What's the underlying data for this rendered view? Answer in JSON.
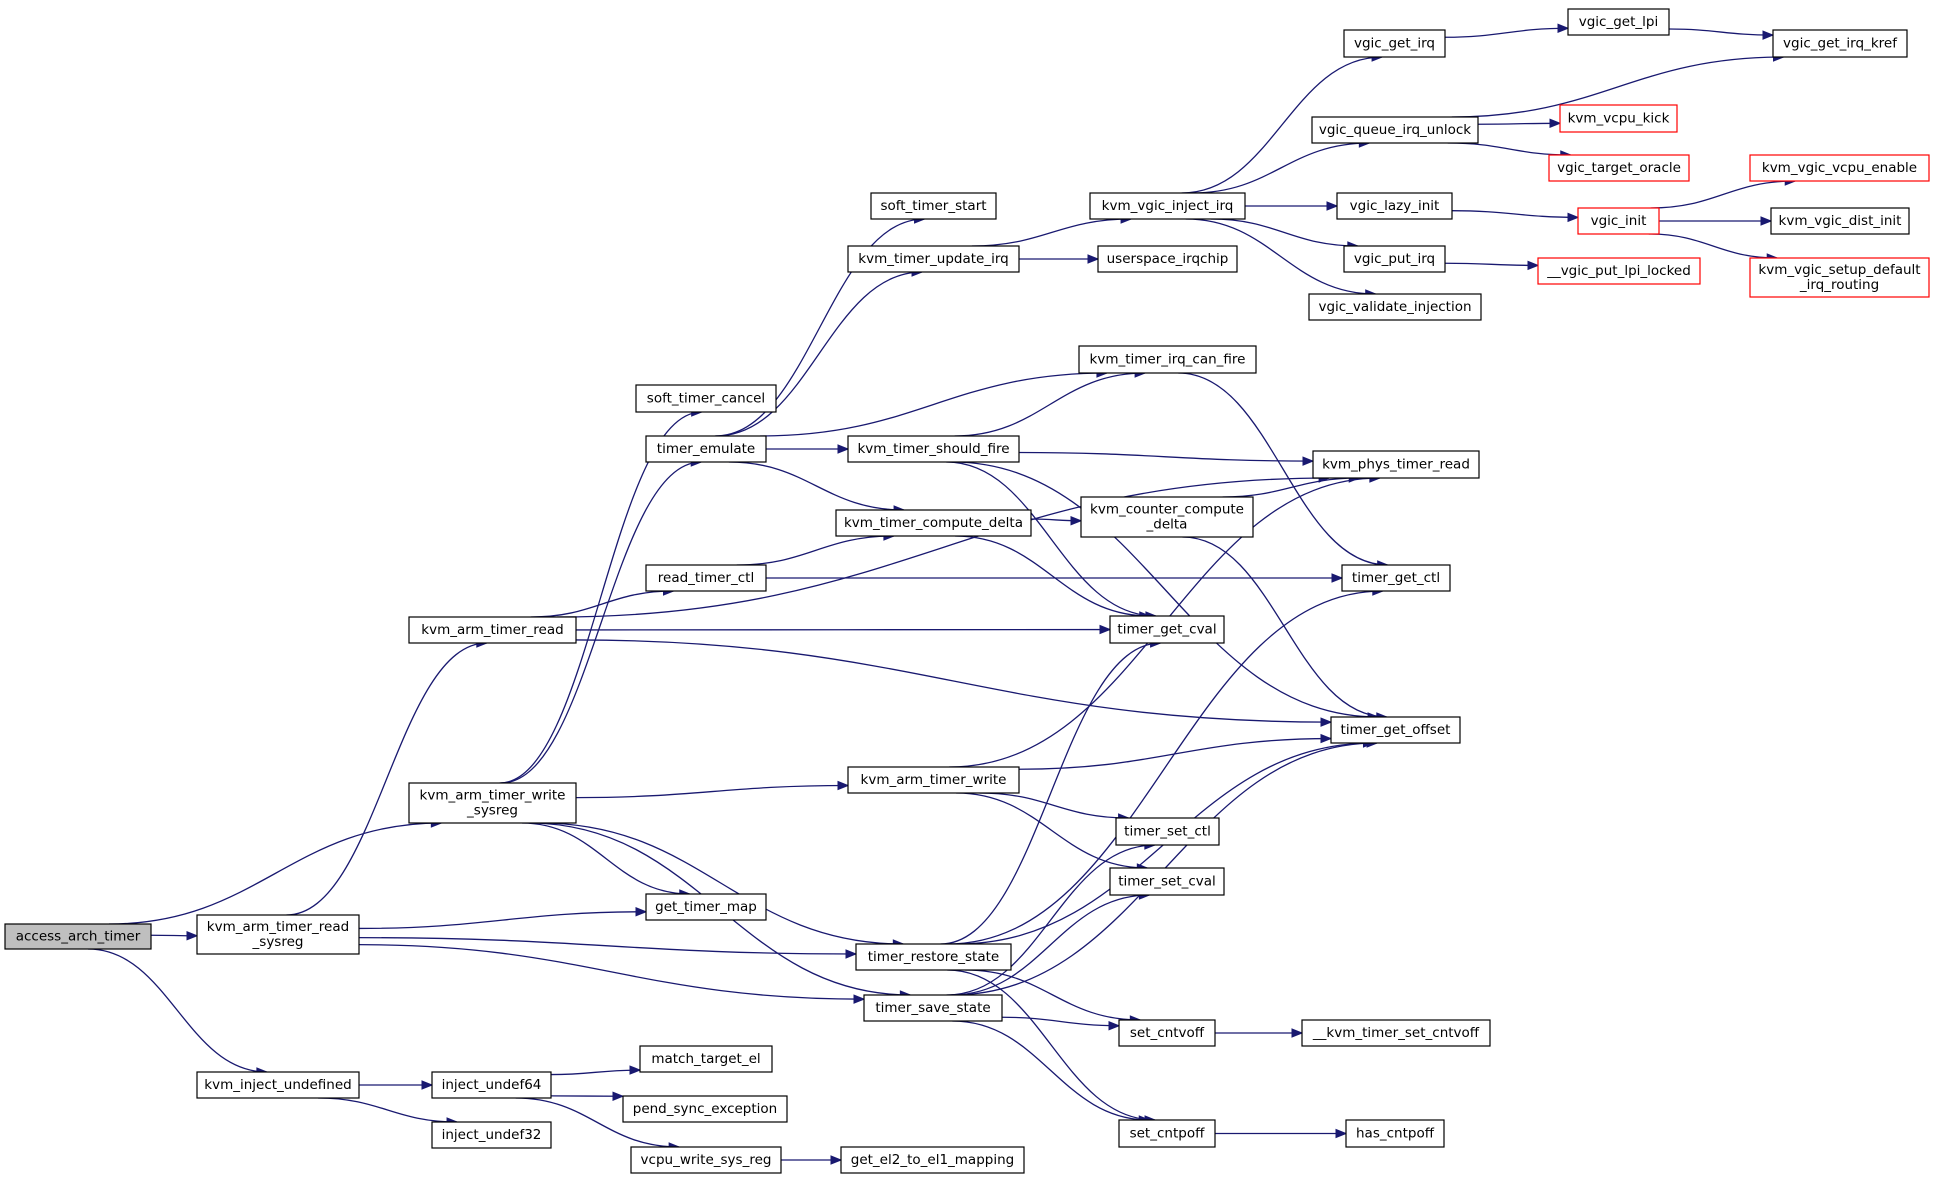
{
  "colors": {
    "edge": "#191970",
    "node_border": "#000000",
    "truncated_node_border": "#ff0000",
    "root_fill": "#bfbfbf",
    "node_fill": "#ffffff"
  },
  "nodes": [
    {
      "id": "access_arch_timer",
      "lines": [
        "access_arch_timer"
      ],
      "style": "root"
    },
    {
      "id": "kvm_arm_timer_read_sysreg",
      "lines": [
        "kvm_arm_timer_read",
        "_sysreg"
      ],
      "style": "normal"
    },
    {
      "id": "kvm_inject_undefined",
      "lines": [
        "kvm_inject_undefined"
      ],
      "style": "normal"
    },
    {
      "id": "kvm_arm_timer_write_sysreg",
      "lines": [
        "kvm_arm_timer_write",
        "_sysreg"
      ],
      "style": "normal"
    },
    {
      "id": "kvm_arm_timer_read",
      "lines": [
        "kvm_arm_timer_read"
      ],
      "style": "normal"
    },
    {
      "id": "inject_undef64",
      "lines": [
        "inject_undef64"
      ],
      "style": "normal"
    },
    {
      "id": "inject_undef32",
      "lines": [
        "inject_undef32"
      ],
      "style": "normal"
    },
    {
      "id": "get_timer_map",
      "lines": [
        "get_timer_map"
      ],
      "style": "normal"
    },
    {
      "id": "soft_timer_cancel",
      "lines": [
        "soft_timer_cancel"
      ],
      "style": "normal"
    },
    {
      "id": "timer_emulate",
      "lines": [
        "timer_emulate"
      ],
      "style": "normal"
    },
    {
      "id": "read_timer_ctl",
      "lines": [
        "read_timer_ctl"
      ],
      "style": "normal"
    },
    {
      "id": "match_target_el",
      "lines": [
        "match_target_el"
      ],
      "style": "normal"
    },
    {
      "id": "pend_sync_exception",
      "lines": [
        "pend_sync_exception"
      ],
      "style": "normal"
    },
    {
      "id": "vcpu_write_sys_reg",
      "lines": [
        "vcpu_write_sys_reg"
      ],
      "style": "normal"
    },
    {
      "id": "soft_timer_start",
      "lines": [
        "soft_timer_start"
      ],
      "style": "normal"
    },
    {
      "id": "kvm_timer_update_irq",
      "lines": [
        "kvm_timer_update_irq"
      ],
      "style": "normal"
    },
    {
      "id": "kvm_timer_should_fire",
      "lines": [
        "kvm_timer_should_fire"
      ],
      "style": "normal"
    },
    {
      "id": "kvm_timer_compute_delta",
      "lines": [
        "kvm_timer_compute_delta"
      ],
      "style": "normal"
    },
    {
      "id": "kvm_arm_timer_write",
      "lines": [
        "kvm_arm_timer_write"
      ],
      "style": "normal"
    },
    {
      "id": "timer_restore_state",
      "lines": [
        "timer_restore_state"
      ],
      "style": "normal"
    },
    {
      "id": "timer_save_state",
      "lines": [
        "timer_save_state"
      ],
      "style": "normal"
    },
    {
      "id": "get_el2_to_el1_mapping",
      "lines": [
        "get_el2_to_el1_mapping"
      ],
      "style": "normal"
    },
    {
      "id": "kvm_vgic_inject_irq",
      "lines": [
        "kvm_vgic_inject_irq"
      ],
      "style": "normal"
    },
    {
      "id": "userspace_irqchip",
      "lines": [
        "userspace_irqchip"
      ],
      "style": "normal"
    },
    {
      "id": "kvm_timer_irq_can_fire",
      "lines": [
        "kvm_timer_irq_can_fire"
      ],
      "style": "normal"
    },
    {
      "id": "kvm_counter_compute_delta",
      "lines": [
        "kvm_counter_compute",
        "_delta"
      ],
      "style": "normal"
    },
    {
      "id": "timer_get_cval",
      "lines": [
        "timer_get_cval"
      ],
      "style": "normal"
    },
    {
      "id": "timer_set_ctl",
      "lines": [
        "timer_set_ctl"
      ],
      "style": "normal"
    },
    {
      "id": "timer_set_cval",
      "lines": [
        "timer_set_cval"
      ],
      "style": "normal"
    },
    {
      "id": "set_cntvoff",
      "lines": [
        "set_cntvoff"
      ],
      "style": "normal"
    },
    {
      "id": "set_cntpoff",
      "lines": [
        "set_cntpoff"
      ],
      "style": "normal"
    },
    {
      "id": "vgic_get_irq",
      "lines": [
        "vgic_get_irq"
      ],
      "style": "normal"
    },
    {
      "id": "vgic_queue_irq_unlock",
      "lines": [
        "vgic_queue_irq_unlock"
      ],
      "style": "normal"
    },
    {
      "id": "vgic_lazy_init",
      "lines": [
        "vgic_lazy_init"
      ],
      "style": "normal"
    },
    {
      "id": "vgic_put_irq",
      "lines": [
        "vgic_put_irq"
      ],
      "style": "normal"
    },
    {
      "id": "vgic_validate_injection",
      "lines": [
        "vgic_validate_injection"
      ],
      "style": "normal"
    },
    {
      "id": "kvm_phys_timer_read",
      "lines": [
        "kvm_phys_timer_read"
      ],
      "style": "normal"
    },
    {
      "id": "timer_get_ctl",
      "lines": [
        "timer_get_ctl"
      ],
      "style": "normal"
    },
    {
      "id": "timer_get_offset",
      "lines": [
        "timer_get_offset"
      ],
      "style": "normal"
    },
    {
      "id": "__kvm_timer_set_cntvoff",
      "lines": [
        "__kvm_timer_set_cntvoff"
      ],
      "style": "normal"
    },
    {
      "id": "has_cntpoff",
      "lines": [
        "has_cntpoff"
      ],
      "style": "normal"
    },
    {
      "id": "vgic_get_lpi",
      "lines": [
        "vgic_get_lpi"
      ],
      "style": "normal"
    },
    {
      "id": "kvm_vcpu_kick",
      "lines": [
        "kvm_vcpu_kick"
      ],
      "style": "truncated"
    },
    {
      "id": "vgic_target_oracle",
      "lines": [
        "vgic_target_oracle"
      ],
      "style": "truncated"
    },
    {
      "id": "vgic_init",
      "lines": [
        "vgic_init"
      ],
      "style": "truncated"
    },
    {
      "id": "__vgic_put_lpi_locked",
      "lines": [
        "__vgic_put_lpi_locked"
      ],
      "style": "truncated"
    },
    {
      "id": "vgic_get_irq_kref",
      "lines": [
        "vgic_get_irq_kref"
      ],
      "style": "normal"
    },
    {
      "id": "kvm_vgic_vcpu_enable",
      "lines": [
        "kvm_vgic_vcpu_enable"
      ],
      "style": "truncated"
    },
    {
      "id": "kvm_vgic_dist_init",
      "lines": [
        "kvm_vgic_dist_init"
      ],
      "style": "normal"
    },
    {
      "id": "kvm_vgic_setup_default_irq_routing",
      "lines": [
        "kvm_vgic_setup_default",
        "_irq_routing"
      ],
      "style": "truncated"
    }
  ],
  "edges": [
    {
      "from": "access_arch_timer",
      "to": "kvm_arm_timer_read_sysreg"
    },
    {
      "from": "access_arch_timer",
      "to": "kvm_arm_timer_write_sysreg"
    },
    {
      "from": "access_arch_timer",
      "to": "kvm_inject_undefined"
    },
    {
      "from": "kvm_arm_timer_read_sysreg",
      "to": "kvm_arm_timer_read"
    },
    {
      "from": "kvm_arm_timer_read_sysreg",
      "to": "get_timer_map"
    },
    {
      "from": "kvm_arm_timer_read_sysreg",
      "to": "timer_restore_state"
    },
    {
      "from": "kvm_arm_timer_read_sysreg",
      "to": "timer_save_state"
    },
    {
      "from": "kvm_arm_timer_read",
      "to": "kvm_phys_timer_read"
    },
    {
      "from": "kvm_arm_timer_read",
      "to": "read_timer_ctl"
    },
    {
      "from": "kvm_arm_timer_read",
      "to": "timer_get_cval"
    },
    {
      "from": "kvm_arm_timer_read",
      "to": "timer_get_offset"
    },
    {
      "from": "kvm_arm_timer_write_sysreg",
      "to": "soft_timer_cancel"
    },
    {
      "from": "kvm_arm_timer_write_sysreg",
      "to": "timer_emulate"
    },
    {
      "from": "kvm_arm_timer_write_sysreg",
      "to": "kvm_arm_timer_write"
    },
    {
      "from": "kvm_arm_timer_write_sysreg",
      "to": "get_timer_map"
    },
    {
      "from": "kvm_arm_timer_write_sysreg",
      "to": "timer_restore_state"
    },
    {
      "from": "kvm_arm_timer_write_sysreg",
      "to": "timer_save_state"
    },
    {
      "from": "kvm_inject_undefined",
      "to": "inject_undef64"
    },
    {
      "from": "kvm_inject_undefined",
      "to": "inject_undef32"
    },
    {
      "from": "inject_undef64",
      "to": "match_target_el"
    },
    {
      "from": "inject_undef64",
      "to": "pend_sync_exception"
    },
    {
      "from": "inject_undef64",
      "to": "vcpu_write_sys_reg"
    },
    {
      "from": "vcpu_write_sys_reg",
      "to": "get_el2_to_el1_mapping"
    },
    {
      "from": "timer_emulate",
      "to": "soft_timer_start"
    },
    {
      "from": "timer_emulate",
      "to": "kvm_timer_update_irq"
    },
    {
      "from": "timer_emulate",
      "to": "kvm_timer_irq_can_fire"
    },
    {
      "from": "timer_emulate",
      "to": "kvm_timer_should_fire"
    },
    {
      "from": "timer_emulate",
      "to": "kvm_timer_compute_delta"
    },
    {
      "from": "read_timer_ctl",
      "to": "kvm_timer_compute_delta"
    },
    {
      "from": "read_timer_ctl",
      "to": "timer_get_ctl"
    },
    {
      "from": "kvm_timer_update_irq",
      "to": "kvm_vgic_inject_irq"
    },
    {
      "from": "kvm_timer_update_irq",
      "to": "userspace_irqchip"
    },
    {
      "from": "kvm_timer_should_fire",
      "to": "kvm_timer_irq_can_fire"
    },
    {
      "from": "kvm_timer_should_fire",
      "to": "kvm_phys_timer_read"
    },
    {
      "from": "kvm_timer_should_fire",
      "to": "timer_get_offset"
    },
    {
      "from": "kvm_timer_should_fire",
      "to": "timer_get_cval"
    },
    {
      "from": "kvm_timer_compute_delta",
      "to": "kvm_counter_compute_delta"
    },
    {
      "from": "kvm_timer_compute_delta",
      "to": "timer_get_cval"
    },
    {
      "from": "kvm_timer_irq_can_fire",
      "to": "timer_get_ctl"
    },
    {
      "from": "kvm_counter_compute_delta",
      "to": "kvm_phys_timer_read"
    },
    {
      "from": "kvm_counter_compute_delta",
      "to": "timer_get_offset"
    },
    {
      "from": "kvm_arm_timer_write",
      "to": "kvm_phys_timer_read"
    },
    {
      "from": "kvm_arm_timer_write",
      "to": "timer_get_offset"
    },
    {
      "from": "kvm_arm_timer_write",
      "to": "timer_set_ctl"
    },
    {
      "from": "kvm_arm_timer_write",
      "to": "timer_set_cval"
    },
    {
      "from": "timer_restore_state",
      "to": "timer_get_cval"
    },
    {
      "from": "timer_restore_state",
      "to": "timer_get_ctl"
    },
    {
      "from": "timer_restore_state",
      "to": "timer_get_offset"
    },
    {
      "from": "timer_restore_state",
      "to": "set_cntvoff"
    },
    {
      "from": "timer_restore_state",
      "to": "set_cntpoff"
    },
    {
      "from": "timer_save_state",
      "to": "timer_set_ctl"
    },
    {
      "from": "timer_save_state",
      "to": "timer_set_cval"
    },
    {
      "from": "timer_save_state",
      "to": "timer_get_offset"
    },
    {
      "from": "timer_save_state",
      "to": "set_cntvoff"
    },
    {
      "from": "timer_save_state",
      "to": "set_cntpoff"
    },
    {
      "from": "set_cntvoff",
      "to": "__kvm_timer_set_cntvoff"
    },
    {
      "from": "set_cntpoff",
      "to": "has_cntpoff"
    },
    {
      "from": "kvm_vgic_inject_irq",
      "to": "vgic_get_irq"
    },
    {
      "from": "kvm_vgic_inject_irq",
      "to": "vgic_queue_irq_unlock"
    },
    {
      "from": "kvm_vgic_inject_irq",
      "to": "vgic_lazy_init"
    },
    {
      "from": "kvm_vgic_inject_irq",
      "to": "vgic_put_irq"
    },
    {
      "from": "kvm_vgic_inject_irq",
      "to": "vgic_validate_injection"
    },
    {
      "from": "vgic_get_irq",
      "to": "vgic_get_lpi"
    },
    {
      "from": "vgic_get_lpi",
      "to": "vgic_get_irq_kref"
    },
    {
      "from": "vgic_queue_irq_unlock",
      "to": "vgic_get_irq_kref"
    },
    {
      "from": "vgic_queue_irq_unlock",
      "to": "kvm_vcpu_kick"
    },
    {
      "from": "vgic_queue_irq_unlock",
      "to": "vgic_target_oracle"
    },
    {
      "from": "vgic_lazy_init",
      "to": "vgic_init"
    },
    {
      "from": "vgic_put_irq",
      "to": "__vgic_put_lpi_locked"
    },
    {
      "from": "vgic_init",
      "to": "kvm_vgic_vcpu_enable"
    },
    {
      "from": "vgic_init",
      "to": "kvm_vgic_dist_init"
    },
    {
      "from": "vgic_init",
      "to": "kvm_vgic_setup_default_irq_routing"
    }
  ]
}
